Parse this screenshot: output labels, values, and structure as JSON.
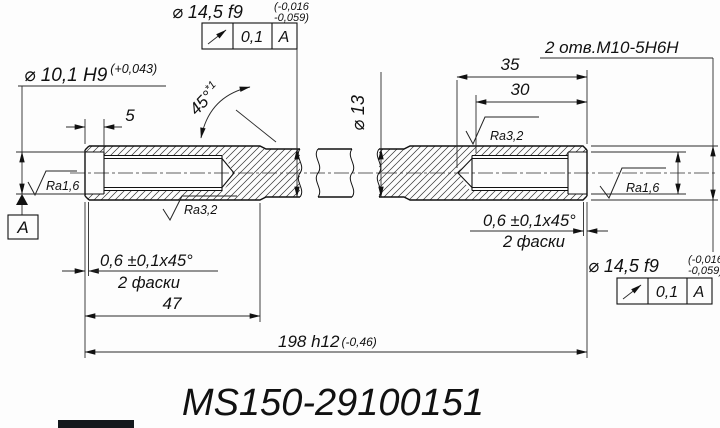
{
  "part_number": "MS150-29100151",
  "labels": {
    "bore_dia": "⌀ 10,1 H9",
    "bore_dia_tol": "(+0,043)",
    "shaft_dia": "⌀ 14,5 f9",
    "shaft_dia_tol_upper": "(-0,016",
    "shaft_dia_tol_lower": "-0,059)",
    "runout_value": "0,1",
    "datum": "A",
    "chamfer_angle": "45°",
    "chamfer_angle_note": "*1",
    "counterbore_depth": "5",
    "hole_depth": "35",
    "thread_depth": "30",
    "holes_note": "2 отв.М10-5Н6Н",
    "mid_dia": "⌀ 13",
    "left_section_length": "47",
    "total_length": "198 h12",
    "total_length_tol": "(-0,46)",
    "chamfer_size": "0,6 ±0,1x45°",
    "chamfer_count": "2 фаски",
    "ra_bore": "Ra1,6",
    "ra_thread": "Ra3,2"
  },
  "colors": {
    "line": "#111111",
    "background": "#fdfdfd"
  }
}
